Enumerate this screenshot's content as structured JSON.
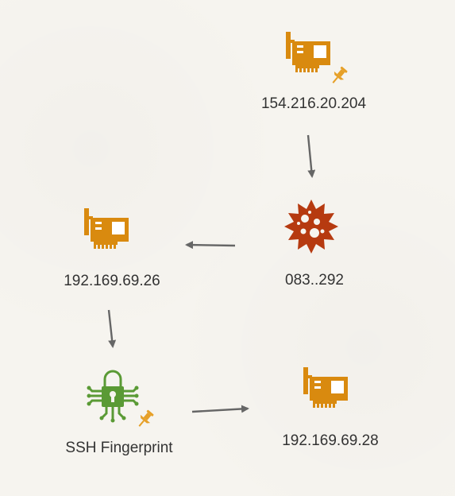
{
  "graph": {
    "nodes": [
      {
        "id": "n1",
        "label": "154.216.20.204",
        "icon": "network-card-icon",
        "pinned": true
      },
      {
        "id": "n2",
        "label": "083..292",
        "icon": "malware-virus-icon",
        "pinned": false
      },
      {
        "id": "n3",
        "label": "192.169.69.26",
        "icon": "network-card-icon",
        "pinned": false
      },
      {
        "id": "n4",
        "label": "SSH Fingerprint",
        "icon": "lock-circuit-icon",
        "pinned": true
      },
      {
        "id": "n5",
        "label": "192.169.69.28",
        "icon": "network-card-icon",
        "pinned": false
      }
    ],
    "edges": [
      {
        "from": "n1",
        "to": "n2"
      },
      {
        "from": "n2",
        "to": "n3"
      },
      {
        "from": "n3",
        "to": "n4"
      },
      {
        "from": "n4",
        "to": "n5"
      }
    ]
  },
  "colors": {
    "network_card": "#d98a0f",
    "malware": "#b63a10",
    "lock_circuit": "#5a9a35",
    "pin": "#e6a028",
    "edge": "#666666",
    "label": "#333333",
    "background": "#f6f4ef"
  }
}
